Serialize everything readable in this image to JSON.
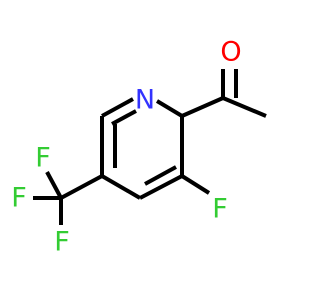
{
  "molecule": {
    "atoms": {
      "nitrogen": {
        "symbol": "N",
        "color": "#3333ff"
      },
      "oxygen": {
        "symbol": "O",
        "color": "#ff0000"
      },
      "fluorine_ring": {
        "symbol": "F",
        "color": "#33cc33"
      },
      "fluorine_cf3_top": {
        "symbol": "F",
        "color": "#33cc33"
      },
      "fluorine_cf3_left": {
        "symbol": "F",
        "color": "#33cc33"
      },
      "fluorine_cf3_bottom": {
        "symbol": "F",
        "color": "#33cc33"
      }
    },
    "colors": {
      "bond": "#000000",
      "background": "#ffffff"
    }
  }
}
